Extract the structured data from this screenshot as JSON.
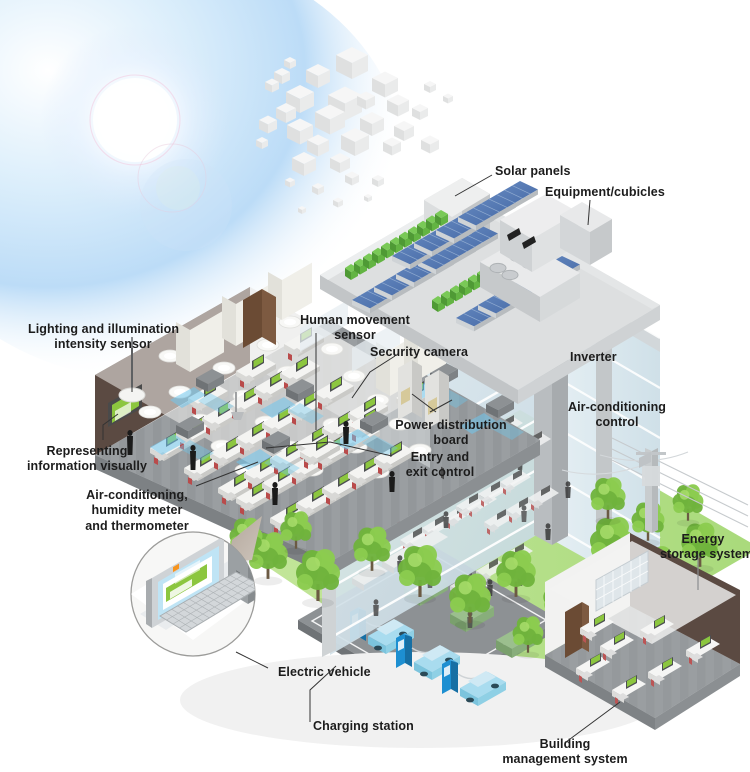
{
  "diagram": {
    "title": "Smart building energy management isometric diagram",
    "background_color": "#ffffff",
    "label_color": "#1c1c1c",
    "accent_colors": {
      "sky_blue": "#bcdcf7",
      "sun_glow": "#ffffff",
      "solar_panel_blue": "#4a6fae",
      "grass_green": "#b9e08a",
      "tree_green": "#7ac143",
      "charger_blue": "#1d8fd1",
      "wall_brown": "#5b4a42",
      "floor_gray": "#8f9295",
      "structure_gray": "#c9ccce",
      "glass_tint": "#dce9ef",
      "screen_green": "#7fc241"
    }
  },
  "labels": [
    {
      "id": "solar-panels",
      "text": "Solar panels",
      "align": "left"
    },
    {
      "id": "equipment-cubicles",
      "text": "Equipment/cubicles",
      "align": "left"
    },
    {
      "id": "lighting-sensor",
      "text": "Lighting and illumination\nintensity sensor",
      "align": "center"
    },
    {
      "id": "human-movement-sensor",
      "text": "Human movement\nsensor",
      "align": "center"
    },
    {
      "id": "security-camera",
      "text": "Security camera",
      "align": "left"
    },
    {
      "id": "inverter",
      "text": "Inverter",
      "align": "left"
    },
    {
      "id": "air-conditioning-control",
      "text": "Air-conditioning\ncontrol",
      "align": "center"
    },
    {
      "id": "power-distribution-board",
      "text": "Power distribution\nboard",
      "align": "center"
    },
    {
      "id": "entry-exit-control",
      "text": "Entry and\nexit control",
      "align": "center"
    },
    {
      "id": "representing-info",
      "text": "Representing\ninformation visually",
      "align": "center"
    },
    {
      "id": "air-conditioning-meter",
      "text": "Air-conditioning,\nhumidity meter\nand thermometer",
      "align": "center"
    },
    {
      "id": "energy-storage-system",
      "text": "Energy\nstorage system",
      "align": "center"
    },
    {
      "id": "electric-vehicle",
      "text": "Electric vehicle",
      "align": "left"
    },
    {
      "id": "charging-station",
      "text": "Charging station",
      "align": "left"
    },
    {
      "id": "building-management",
      "text": "Building\nmanagement system",
      "align": "center"
    }
  ],
  "scene_elements": {
    "sun": "sun-with-lens-flare",
    "cloud": "isometric-cube-cloud",
    "rooftop": "solar-panel-array-and-hvac-units",
    "floors": "open-plan-offices-with-glass-curtain-wall",
    "ground": "landscaped-lawn-with-trees",
    "parking": "ev-charging-bays",
    "annex": "building-management-room",
    "utility": "power-pole-with-overhead-lines",
    "inset": "operator-workstation-monitor-callout"
  },
  "charging_bays": {
    "count": 3,
    "vehicle_color": "#9fd8ef",
    "charger_color": "#1d8fd1"
  },
  "solar_arrays": {
    "upper_rows": 4,
    "lower_rows": 4
  }
}
